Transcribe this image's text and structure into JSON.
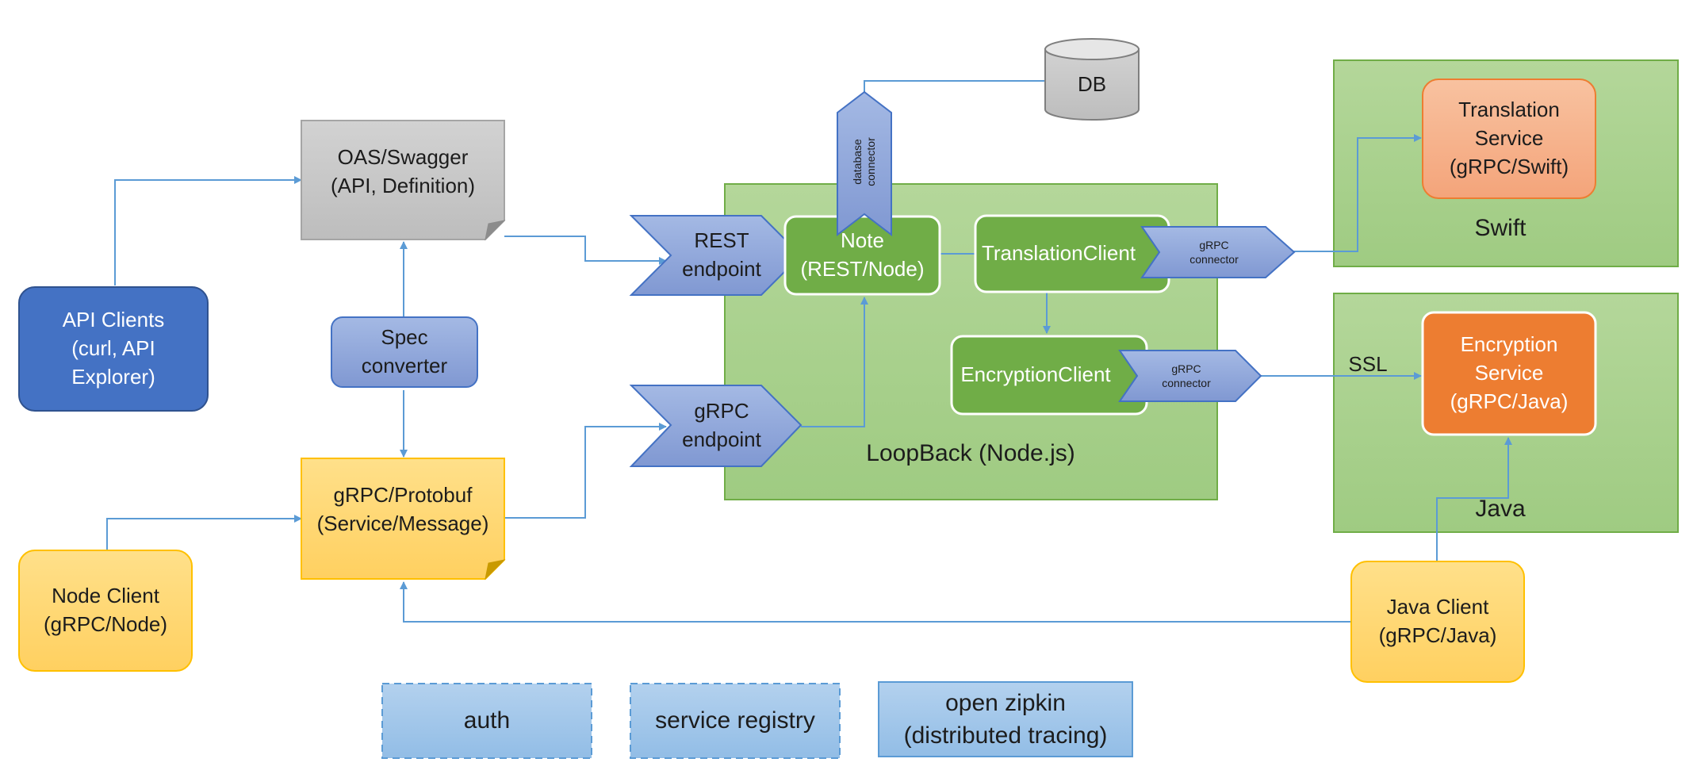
{
  "colors": {
    "green_region": "#a9d18e",
    "green_region_border": "#70ad47",
    "green_node": "#70ad47",
    "blue_node": "#4472c4",
    "blue_node_dark": "#2f528f",
    "periwinkle": "#8faadc",
    "periwinkle_border": "#4472c4",
    "light_blue_box": "#9dc3e6",
    "light_blue_border": "#5b9bd5",
    "yellow_node": "#ffd966",
    "yellow_border": "#ffc000",
    "orange_node": "#ed7d31",
    "salmon_node": "#f4b183",
    "gray_doc": "#c9c9c9",
    "arrow": "#5b9bd5"
  },
  "regions": {
    "loopback": "LoopBack (Node.js)",
    "swift": "Swift",
    "java": "Java"
  },
  "nodes": {
    "api_clients": "API Clients\n(curl, API\nExplorer)",
    "oas_swagger": "OAS/Swagger\n(API, Definition)",
    "spec_converter": "Spec\nconverter",
    "grpc_protobuf": "gRPC/Protobuf\n(Service/Message)",
    "node_client": "Node Client\n(gRPC/Node)",
    "rest_endpoint": "REST\nendpoint",
    "grpc_endpoint": "gRPC\nendpoint",
    "note": "Note\n(REST/Node)",
    "database_connector": "database\nconnector",
    "db": "DB",
    "translation_client": "TranslationClient",
    "translation_grpc_connector": "gRPC\nconnector",
    "encryption_client": "EncryptionClient",
    "encryption_grpc_connector": "gRPC\nconnector",
    "translation_service": "Translation\nService\n(gRPC/Swift)",
    "encryption_service": "Encryption\nService\n(gRPC/Java)",
    "java_client": "Java Client\n(gRPC/Java)"
  },
  "edge_labels": {
    "ssl": "SSL"
  },
  "legend": {
    "auth": "auth",
    "service_registry": "service registry",
    "open_zipkin": "open zipkin\n(distributed tracing)"
  }
}
